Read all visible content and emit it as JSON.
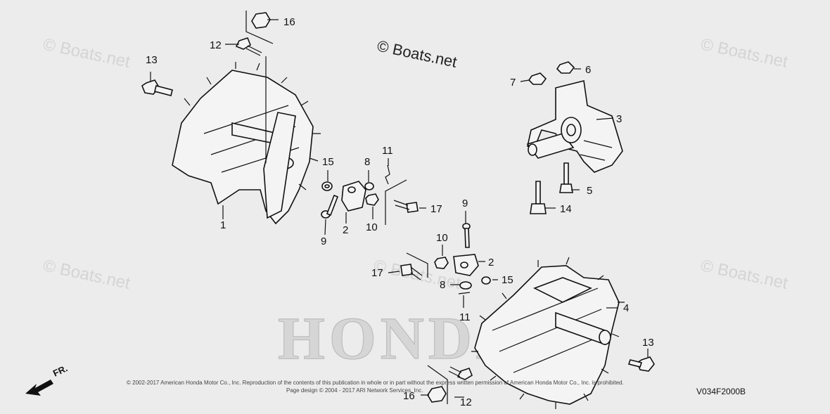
{
  "watermarks": {
    "main": "© Boats.net",
    "faint": "© Boats.net"
  },
  "brand_text": "HONDA",
  "copyright": {
    "line1": "© 2002-2017 American Honda Motor Co., Inc. Reproduction of the contents of this publication in whole or in part without the express written permission of American Honda Motor Co., Inc. is prohibited.",
    "line2": "Page design © 2004 - 2017 ARI Network Services, Inc."
  },
  "diagram_code": "V034F2000B",
  "front_indicator": "FR.",
  "callouts": [
    "1",
    "2",
    "2",
    "3",
    "4",
    "5",
    "6",
    "7",
    "8",
    "8",
    "9",
    "9",
    "10",
    "10",
    "11",
    "11",
    "12",
    "12",
    "13",
    "13",
    "14",
    "15",
    "15",
    "16",
    "16",
    "17",
    "17"
  ]
}
